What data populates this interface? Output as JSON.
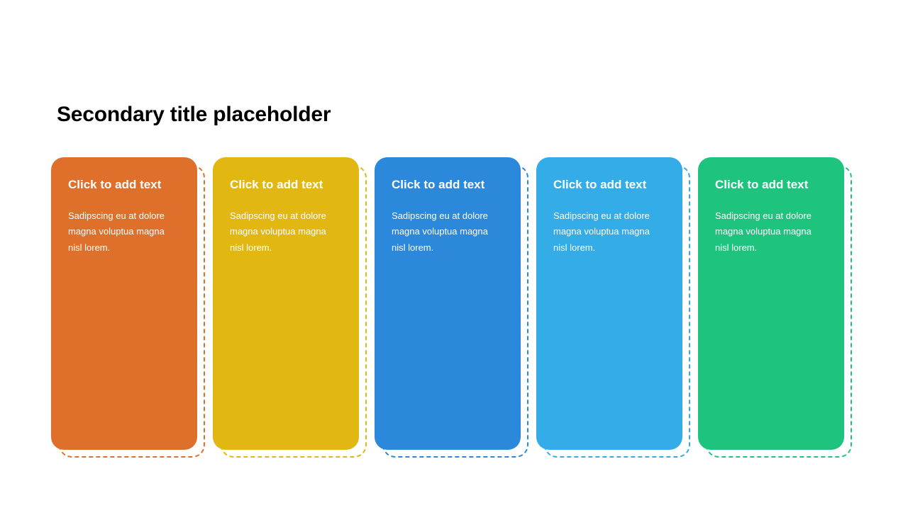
{
  "slide": {
    "title": "Secondary title placeholder",
    "background_color": "#ffffff",
    "title_color": "#000000"
  },
  "cards": [
    {
      "heading": "Click to add text",
      "body": "Sadipscing eu at dolore magna voluptua magna nisl lorem.",
      "fill_color": "#df702b",
      "outline_color": "#df702b",
      "text_color": "#ffffff"
    },
    {
      "heading": "Click to add text",
      "body": "Sadipscing eu at dolore magna voluptua magna nisl lorem.",
      "fill_color": "#e3b711",
      "outline_color": "#e3b711",
      "text_color": "#ffffff"
    },
    {
      "heading": "Click to add text",
      "body": "Sadipscing eu at dolore magna voluptua magna nisl lorem.",
      "fill_color": "#2b88da",
      "outline_color": "#2b88da",
      "text_color": "#ffffff"
    },
    {
      "heading": "Click to add text",
      "body": "Sadipscing eu at dolore magna voluptua magna nisl lorem.",
      "fill_color": "#33ace8",
      "outline_color": "#33ace8",
      "text_color": "#ffffff"
    },
    {
      "heading": "Click to add text",
      "body": "Sadipscing eu at dolore magna voluptua magna nisl lorem.",
      "fill_color": "#1ec47d",
      "outline_color": "#1ec47d",
      "text_color": "#ffffff"
    }
  ]
}
